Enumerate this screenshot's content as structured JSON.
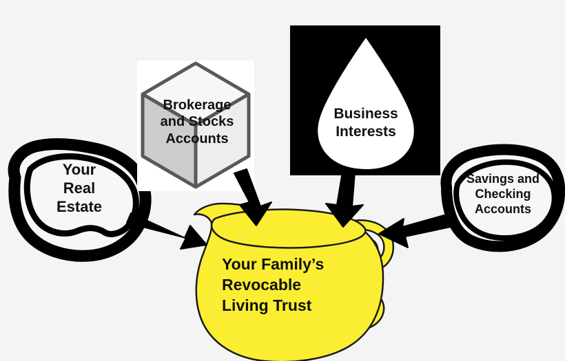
{
  "diagram": {
    "title": "Revocable Living Trust funding diagram",
    "background_color": "#f4f4f4"
  },
  "center": {
    "name": "trust-pitcher",
    "shape": "pitcher",
    "label": "Your Family’s\nRevocable\nLiving Trust",
    "fill_color": "#fbee32",
    "stroke_color": "#1a1a1a"
  },
  "assets": [
    {
      "name": "real-estate",
      "shape": "lemon",
      "label": "Your\nReal\nEstate",
      "fill_color": "#f7f7f7",
      "stroke_color": "#000000"
    },
    {
      "name": "brokerage-accounts",
      "shape": "cube",
      "label": "Brokerage\nand Stocks\nAccounts",
      "panel_color": "#ffffff",
      "top_face_color": "#f7f7f7",
      "left_face_color": "#cccccc",
      "right_face_color": "#ededed",
      "stroke_color": "#595959"
    },
    {
      "name": "business-interests",
      "shape": "droplet",
      "label": "Business\nInterests",
      "panel_color": "#000000",
      "fill_color": "#ffffff",
      "stroke_color": "#000000"
    },
    {
      "name": "savings-checking-accounts",
      "shape": "lemon",
      "label": "Savings and\nChecking\nAccounts",
      "fill_color": "#f7f7f7",
      "stroke_color": "#000000"
    }
  ],
  "arrows": [
    {
      "name": "arrow-real-estate-to-trust",
      "direction": "down-right",
      "color": "#000000"
    },
    {
      "name": "arrow-brokerage-to-trust",
      "direction": "down",
      "color": "#000000"
    },
    {
      "name": "arrow-business-to-trust",
      "direction": "down",
      "color": "#000000"
    },
    {
      "name": "arrow-savings-to-trust",
      "direction": "left",
      "color": "#000000"
    }
  ]
}
